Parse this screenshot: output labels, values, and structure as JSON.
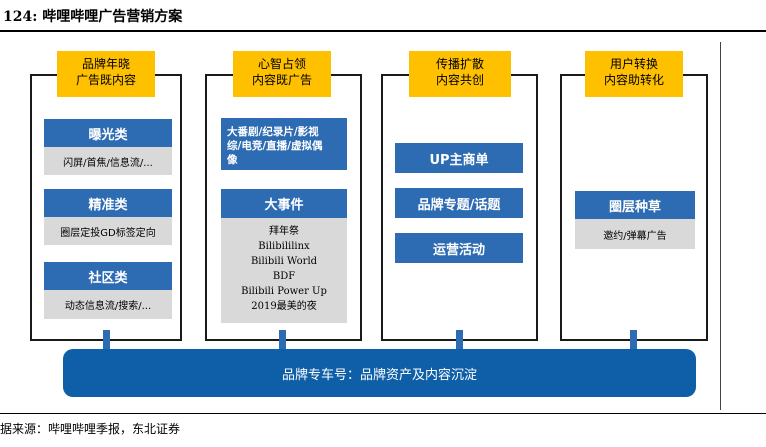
{
  "header": {
    "title": "124:  哔哩哔哩广告营销方案"
  },
  "columns": [
    {
      "badge_line1": "品牌年晓",
      "badge_line2": "广告既内容",
      "blocks": [
        {
          "label": "曝光类",
          "detail": "闪屏/首焦/信息流/..."
        },
        {
          "label": "精准类",
          "detail": "圈层定投GD标签定向"
        },
        {
          "label": "社区类",
          "detail": "动态信息流/搜索/..."
        }
      ]
    },
    {
      "badge_line1": "心智占领",
      "badge_line2": "内容既广告",
      "multi_line1": "大番剧/纪录片/影视",
      "multi_line2": "综/电竞/直播/虚拟偶",
      "multi_line3": "像",
      "event_label": "大事件",
      "events": [
        "拜年祭",
        "Bilibililinx",
        "Bilibili World",
        "BDF",
        "Bilibili Power Up",
        "2019最美的夜"
      ]
    },
    {
      "badge_line1": "传播扩散",
      "badge_line2": "内容共创",
      "blocks": [
        {
          "label": "UP主商单"
        },
        {
          "label": "品牌专题/话题"
        },
        {
          "label": "运营活动"
        }
      ]
    },
    {
      "badge_line1": "用户转换",
      "badge_line2": "内容助转化",
      "blocks": [
        {
          "label": "圈层种草",
          "detail": "邀约/弹幕广告"
        }
      ]
    }
  ],
  "bottom_bar": {
    "label": "品牌专车号：品牌资产及内容沉淀"
  },
  "source": {
    "text": "据来源：哔哩哔哩季报，东北证券"
  },
  "colors": {
    "accent_yellow": "#ffc000",
    "block_blue": "#2d6bb3",
    "bar_blue": "#0f5fa8",
    "detail_gray": "#d9d9d9"
  }
}
